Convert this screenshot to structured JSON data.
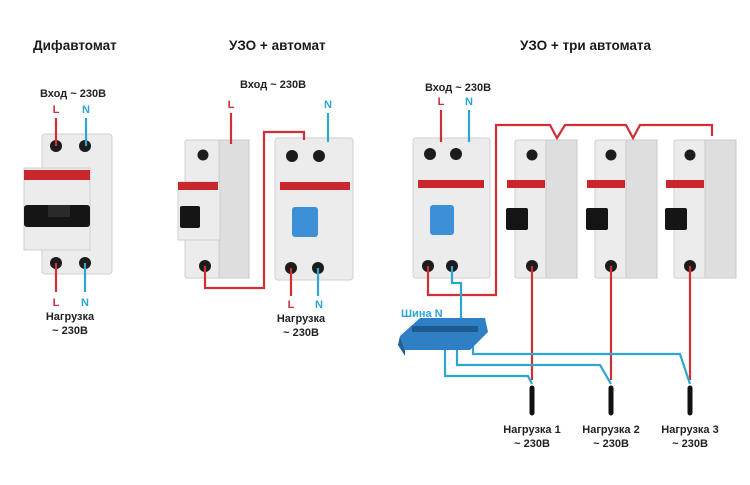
{
  "sections": [
    {
      "title": "Дифавтомат",
      "input_label": "Вход ~ 230В",
      "in_L": "L",
      "in_N": "N",
      "out_L": "L",
      "out_N": "N",
      "load_label_1": "Нагрузка",
      "load_label_2": "~ 230В"
    },
    {
      "title": "УЗО + автомат",
      "input_label": "Вход ~ 230В",
      "in_L": "L",
      "in_N": "N",
      "out_L": "L",
      "out_N": "N",
      "load_label_1": "Нагрузка",
      "load_label_2": "~ 230В"
    },
    {
      "title": "УЗО + три автомата",
      "input_label": "Вход ~ 230В",
      "in_L": "L",
      "in_N": "N",
      "bus_label": "Шина N",
      "loads": [
        {
          "line1": "Нагрузка 1",
          "line2": "~ 230В"
        },
        {
          "line1": "Нагрузка 2",
          "line2": "~ 230В"
        },
        {
          "line1": "Нагрузка 3",
          "line2": "~ 230В"
        }
      ]
    }
  ],
  "colors": {
    "phase_wire": "#cf2f36",
    "neutral_wire": "#2ea6cf",
    "rcd_lever": "#3d8fd6",
    "breaker_lever": "#151515",
    "neutral_bus": "#2f7fc4"
  }
}
